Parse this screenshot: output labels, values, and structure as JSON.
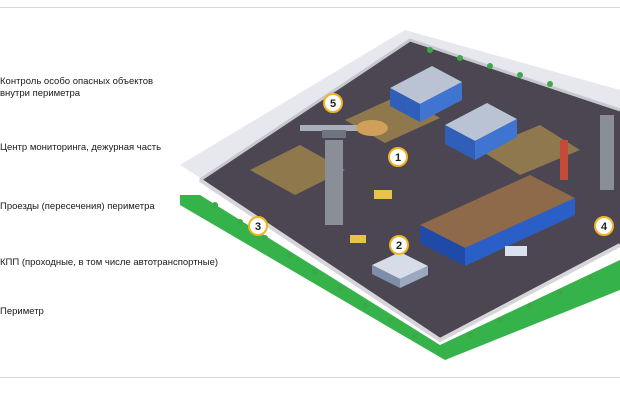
{
  "legend": {
    "items": [
      {
        "label": "Контроль особо опасных объектов\nвнутри периметра"
      },
      {
        "label": "Центр мониторинга, дежурная часть"
      },
      {
        "label": "Проезды (пересечения) периметра"
      },
      {
        "label": "КПП (проходные, в том числе автотранспортные)"
      },
      {
        "label": "Периметр"
      }
    ]
  },
  "markers": [
    {
      "num": "1"
    },
    {
      "num": "2"
    },
    {
      "num": "3"
    },
    {
      "num": "4"
    },
    {
      "num": "5"
    }
  ],
  "colors": {
    "ground": "#e9e9ee",
    "perimeter_grass": "#33b04a",
    "asphalt": "#4a4650",
    "marker_fill": "#ffffff",
    "marker_stroke": "#f2b320",
    "building_blue": "#2f5fb8",
    "building_roof": "#b9c3d3"
  }
}
